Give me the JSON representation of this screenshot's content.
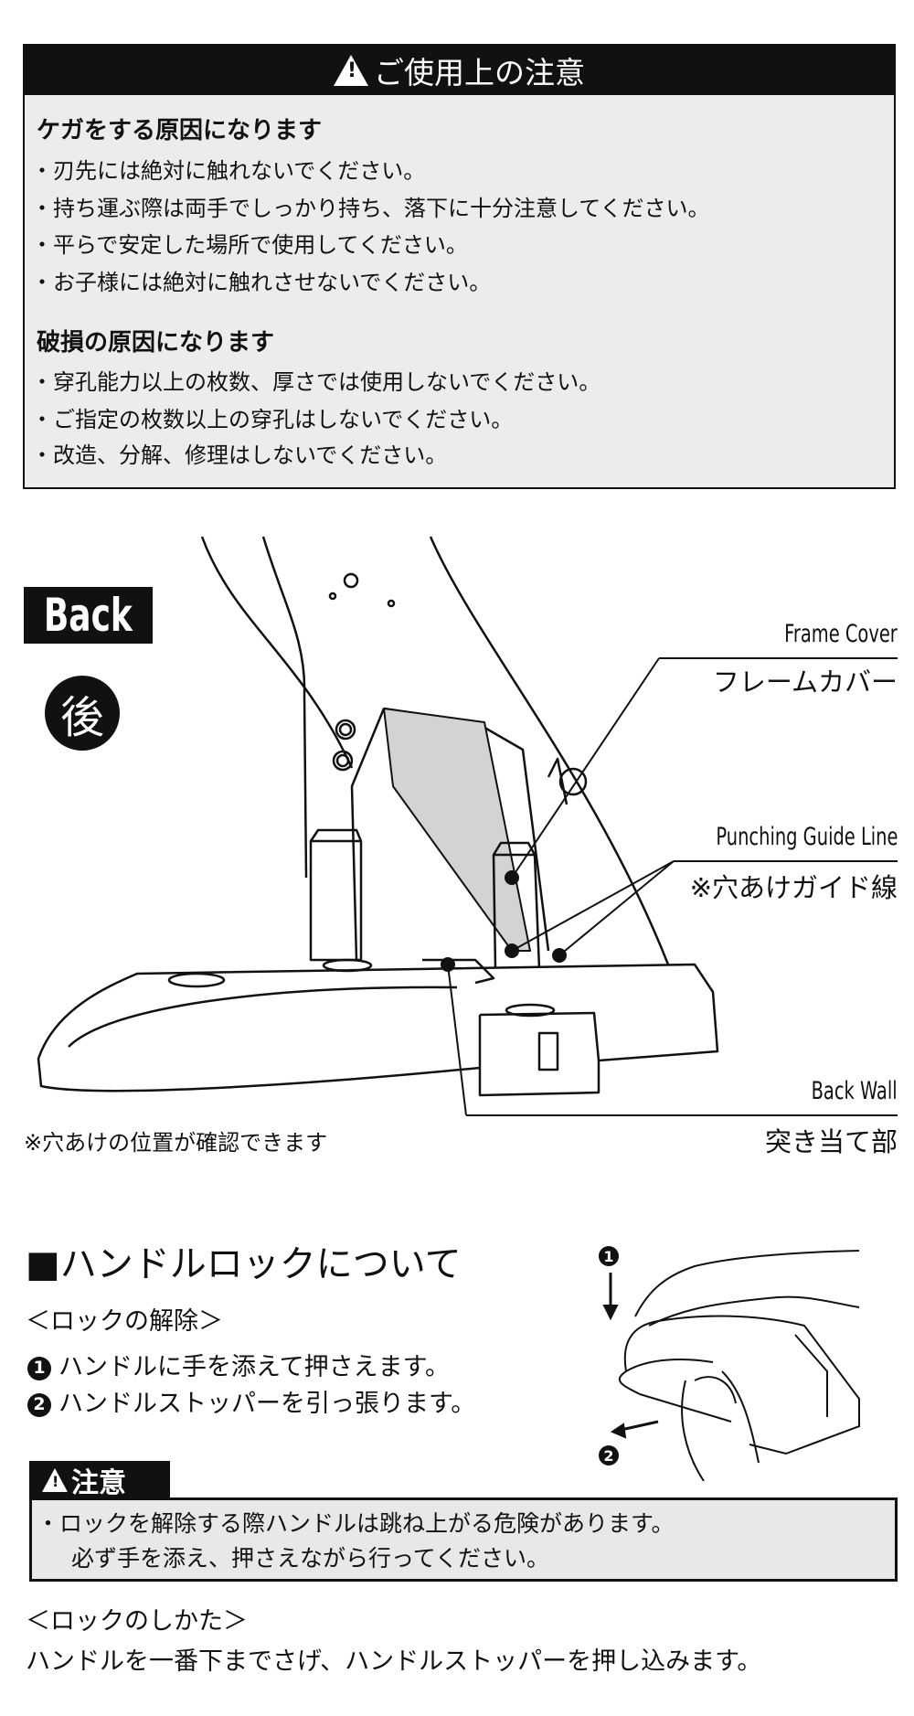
{
  "caution": {
    "title": "ご使用上の注意",
    "icon": "warning-triangle-icon",
    "injury": {
      "heading": "ケガをする原因になります",
      "items": [
        "・刃先には絶対に触れないでください。",
        "・持ち運ぶ際は両手でしっかり持ち、落下に十分注意してください。",
        "・平らで安定した場所で使用してください。",
        "・お子様には絶対に触れさせないでください。"
      ]
    },
    "damage": {
      "heading": "破損の原因になります",
      "items": [
        "・穿孔能力以上の枚数、厚さでは使用しないでください。",
        "・ご指定の枚数以上の穿孔はしないでください。",
        "・改造、分解、修理はしないでください。"
      ]
    }
  },
  "diagram": {
    "back_tag": "Back",
    "back_kanji": "後",
    "labels": {
      "frame_cover_en": "Frame Cover",
      "frame_cover_ja": "フレームカバー",
      "guide_line_en": "Punching Guide Line",
      "guide_line_ja": "※穴あけガイド線",
      "back_wall_en": "Back Wall",
      "back_wall_ja": "突き当て部"
    },
    "note": "※穴あけの位置が確認できます"
  },
  "handle_lock": {
    "title": "■ハンドルロックについて",
    "release_heading": "＜ロックの解除＞",
    "steps": [
      {
        "num": "1",
        "text": "ハンドルに手を添えて押さえます。"
      },
      {
        "num": "2",
        "text": "ハンドルストッパーを引っ張ります。"
      }
    ],
    "warning": {
      "tab": "注意",
      "lines": [
        "・ロックを解除する際ハンドルは跳ね上がる危険があります。",
        "必ず手を添え、押さえながら行ってください。"
      ]
    },
    "lock_heading": "＜ロックのしかた＞",
    "lock_text": "ハンドルを一番下までさげ、ハンドルストッパーを押し込みます。"
  }
}
